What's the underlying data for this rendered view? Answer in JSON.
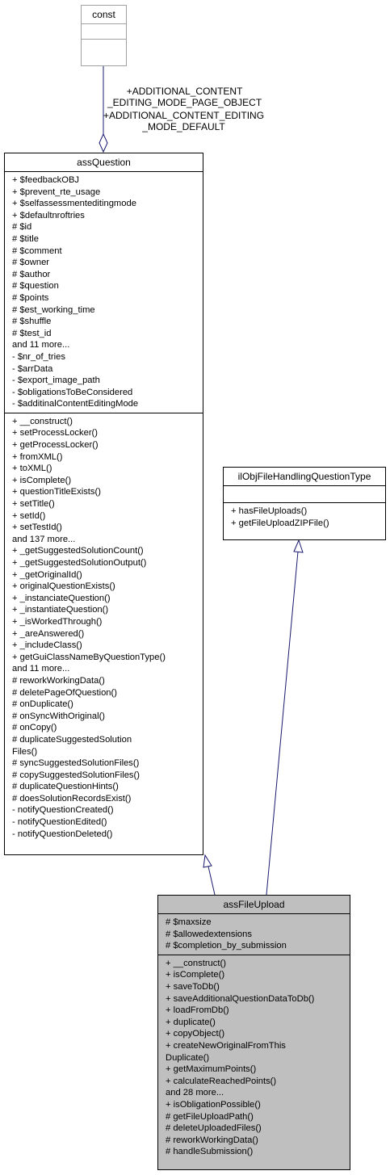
{
  "diagram": {
    "classes": {
      "const": {
        "name": "const",
        "attributes": [],
        "methods": []
      },
      "assQuestion": {
        "name": "assQuestion",
        "attributes": [
          "+ $feedbackOBJ",
          "+ $prevent_rte_usage",
          "+ $selfassessmenteditingmode",
          "+ $defaultnroftries",
          "# $id",
          "# $title",
          "# $comment",
          "# $owner",
          "# $author",
          "# $question",
          "# $points",
          "# $est_working_time",
          "# $shuffle",
          "# $test_id",
          "and 11 more...",
          "- $nr_of_tries",
          "- $arrData",
          "- $export_image_path",
          "- $obligationsToBeConsidered",
          "- $additinalContentEditingMode"
        ],
        "methods": [
          "+ __construct()",
          "+ setProcessLocker()",
          "+ getProcessLocker()",
          "+ fromXML()",
          "+ toXML()",
          "+ isComplete()",
          "+ questionTitleExists()",
          "+ setTitle()",
          "+ setId()",
          "+ setTestId()",
          "and 137 more...",
          "+ _getSuggestedSolutionCount()",
          "+ _getSuggestedSolutionOutput()",
          "+ _getOriginalId()",
          "+ originalQuestionExists()",
          "+ _instanciateQuestion()",
          "+ _instantiateQuestion()",
          "+ _isWorkedThrough()",
          "+ _areAnswered()",
          "+ _includeClass()",
          "+ getGuiClassNameByQuestionType()",
          "and 11 more...",
          "# reworkWorkingData()",
          "# deletePageOfQuestion()",
          "# onDuplicate()",
          "# onSyncWithOriginal()",
          "# onCopy()",
          "# duplicateSuggestedSolution",
          "Files()",
          "# syncSuggestedSolutionFiles()",
          "# copySuggestedSolutionFiles()",
          "# duplicateQuestionHints()",
          "# doesSolutionRecordsExist()",
          "- notifyQuestionCreated()",
          "- notifyQuestionEdited()",
          "- notifyQuestionDeleted()"
        ]
      },
      "ilObjFileHandlingQuestionType": {
        "name": "ilObjFileHandlingQuestionType",
        "attributes": [],
        "methods": [
          "+ hasFileUploads()",
          "+ getFileUploadZIPFile()"
        ]
      },
      "assFileUpload": {
        "name": "assFileUpload",
        "attributes": [
          "# $maxsize",
          "# $allowedextensions",
          "# $completion_by_submission"
        ],
        "methods": [
          "+ __construct()",
          "+ isComplete()",
          "+ saveToDb()",
          "+ saveAdditionalQuestionDataToDb()",
          "+ loadFromDb()",
          "+ duplicate()",
          "+ copyObject()",
          "+ createNewOriginalFromThis",
          "Duplicate()",
          "+ getMaximumPoints()",
          "+ calculateReachedPoints()",
          "and 28 more...",
          "+ isObligationPossible()",
          "# getFileUploadPath()",
          "# deleteUploadedFiles()",
          "# reworkWorkingData()",
          "# handleSubmission()"
        ]
      }
    },
    "edge_label_1": "+ADDITIONAL_CONTENT\n_EDITING_MODE_PAGE_OBJECT",
    "edge_label_2": "+ADDITIONAL_CONTENT_EDITING\n_MODE_DEFAULT",
    "colors": {
      "edge": "#191970",
      "box_border": "#000000",
      "const_border": "#a0a0a0",
      "highlight_fill": "#bfbfbf"
    }
  }
}
